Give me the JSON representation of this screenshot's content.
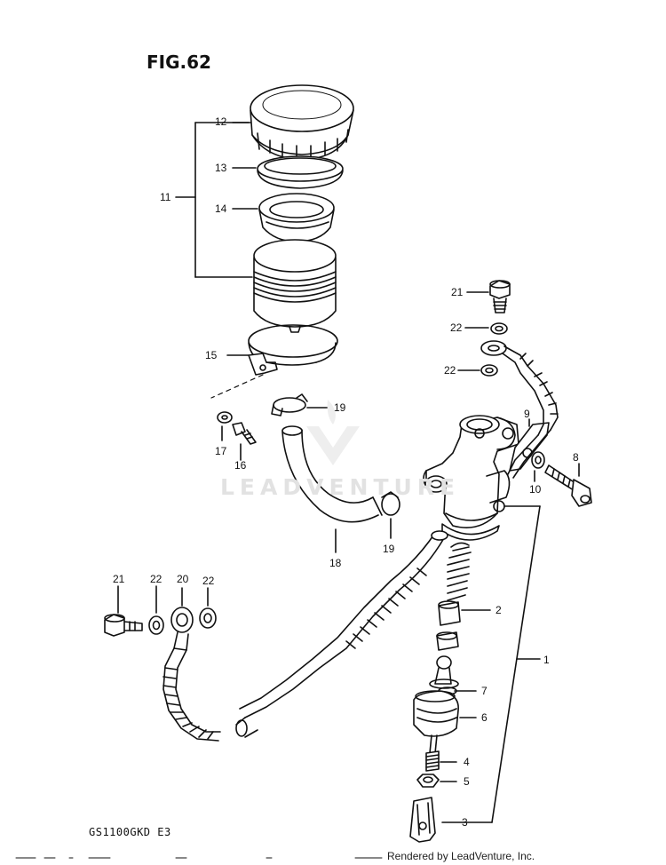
{
  "figure": {
    "title": "FIG.62",
    "model_code": "GS1100GKD E3",
    "credit": "Rendered by LeadVenture, Inc.",
    "watermark": "LEADVENTURE"
  },
  "callouts": {
    "c1": "1",
    "c2": "2",
    "c3": "3",
    "c4": "4",
    "c5": "5",
    "c6": "6",
    "c7": "7",
    "c8": "8",
    "c9": "9",
    "c10": "10",
    "c11": "11",
    "c12": "12",
    "c13": "13",
    "c14": "14",
    "c15": "15",
    "c16": "16",
    "c17": "17",
    "c18": "18",
    "c19a": "19",
    "c19b": "19",
    "c20": "20",
    "c21a": "21",
    "c21b": "21",
    "c22a": "22",
    "c22b": "22",
    "c22c": "22",
    "c22d": "22"
  }
}
